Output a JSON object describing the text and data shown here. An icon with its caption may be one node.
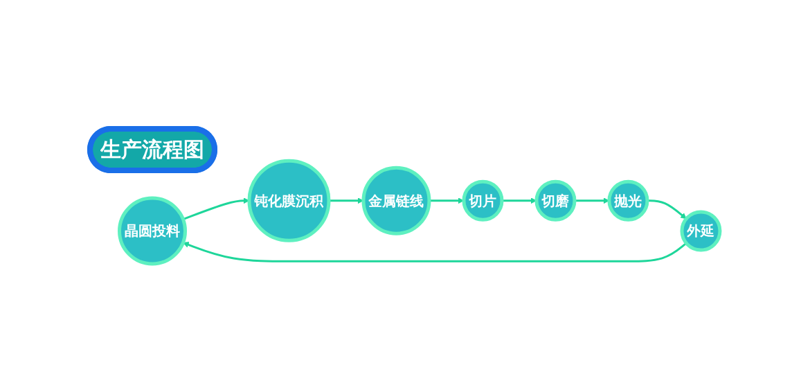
{
  "diagram": {
    "nodes": [
      {
        "text": [
          "生产流程图"
        ]
      },
      {
        "text": [
          "晶圆投料"
        ]
      },
      {
        "text": [
          "钝化膜沉积"
        ]
      },
      {
        "text": [
          "金属链线"
        ]
      },
      {
        "text": [
          "切片"
        ]
      },
      {
        "text": [
          "切磨"
        ]
      },
      {
        "text": [
          "抛光"
        ]
      },
      {
        "text": [
          "外延"
        ]
      }
    ],
    "edges": [
      {
        "from": 1,
        "to": 2,
        "arrow": "to"
      },
      {
        "from": 2,
        "to": 3,
        "arrow": "to"
      },
      {
        "from": 3,
        "to": 4,
        "arrow": "to"
      },
      {
        "from": 4,
        "to": 5,
        "arrow": "to"
      },
      {
        "from": 5,
        "to": 6,
        "arrow": "to"
      },
      {
        "from": 6,
        "to": 7,
        "arrow": "to"
      },
      {
        "from": 7,
        "to": 1,
        "arrow": "to"
      }
    ]
  }
}
